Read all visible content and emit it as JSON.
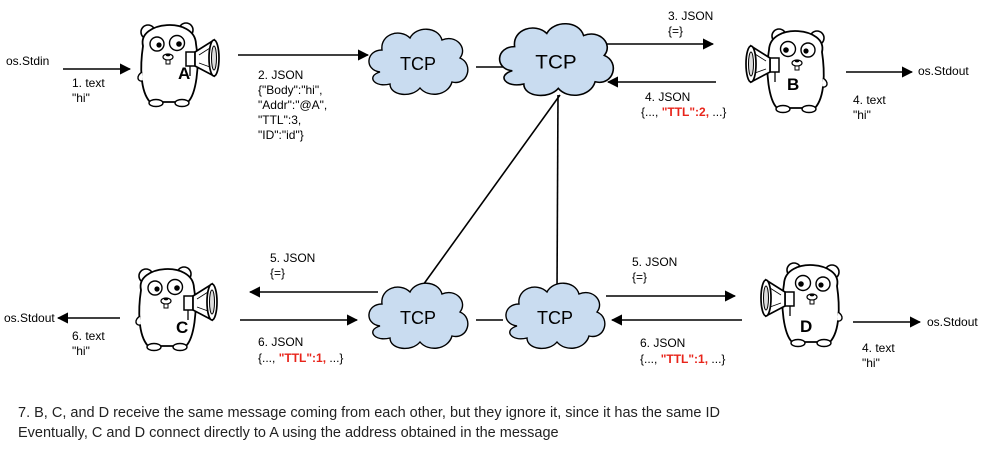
{
  "nodes": {
    "a": {
      "letter": "A"
    },
    "b": {
      "letter": "B"
    },
    "c": {
      "letter": "C"
    },
    "d": {
      "letter": "D"
    }
  },
  "tcp_label": "TCP",
  "labels": {
    "stdin": "os.Stdin",
    "stdout": "os.Stdout",
    "step1": [
      "1. text",
      "\"hi\""
    ],
    "step2": [
      "2. JSON",
      "{\"Body\":\"hi\",",
      "\"Addr\":\"@A\",",
      "\"TTL\":3,",
      "\"ID\":\"id\"}"
    ],
    "step3": [
      "3. JSON",
      "{=}"
    ],
    "step4_json": {
      "title": "4. JSON",
      "pre": "{..., ",
      "ttl": "\"TTL\":2,",
      "post": " ...}"
    },
    "step4_text": [
      "4. text",
      "\"hi\""
    ],
    "step5": [
      "5. JSON",
      "{=}"
    ],
    "step6_json": {
      "title": "6. JSON",
      "pre": "{..., ",
      "ttl": "\"TTL\":1,",
      "post": " ...}"
    },
    "step6_text": [
      "6. text",
      "\"hi\""
    ]
  },
  "footer": {
    "line1": "7. B, C, and D receive the same message coming from each other, but they ignore it, since it has the same ID",
    "line2": "Eventually, C and D connect directly to A using the address obtained in the message"
  },
  "colors": {
    "cloud_fill": "#c9dcf0",
    "ttl_red": "#e8241a",
    "gopher_fill": "#ffffff"
  },
  "icons": [
    "gopher-megaphone-icon"
  ]
}
